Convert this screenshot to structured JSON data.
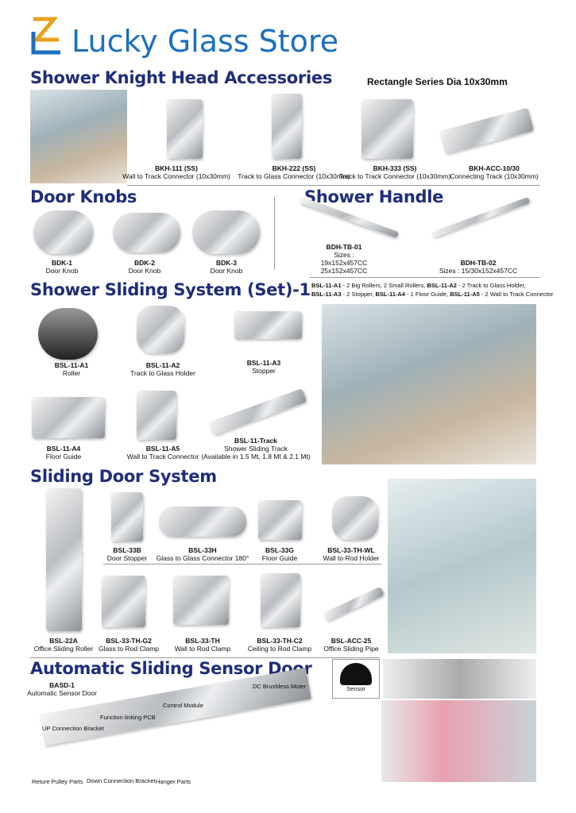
{
  "header": {
    "title": "Lucky Glass Store",
    "accent": "#1a6fc0",
    "heading_color": "#1f2d7a"
  },
  "knight": {
    "heading": "Shower Knight Head Accessories",
    "subtitle": "Rectangle Series Dia 10x30mm",
    "items": [
      {
        "code": "BKH-111 (SS)",
        "desc": "Wall to Track Connector (10x30mm)"
      },
      {
        "code": "BKH-222 (SS)",
        "desc": "Track to Glass Connector (10x30mm)"
      },
      {
        "code": "BKH-333 (SS)",
        "desc": "Track to Track Connector (10x30mm)"
      },
      {
        "code": "BKH-ACC-10/30",
        "desc": "Connecting Track (10x30mm)"
      }
    ]
  },
  "knobs": {
    "heading": "Door Knobs",
    "items": [
      {
        "code": "BDK-1",
        "desc": "Door Knob"
      },
      {
        "code": "BDK-2",
        "desc": "Door Knob"
      },
      {
        "code": "BDK-3",
        "desc": "Door Knob"
      }
    ]
  },
  "handle": {
    "heading": "Shower Handle",
    "items": [
      {
        "code": "BDH-TB-01",
        "l1": "Sizes :",
        "l2": "19x152x457CC",
        "l3": "25x152x457CC"
      },
      {
        "code": "BDH-TB-02",
        "l1": "Sizes : 15/30x152x457CC"
      }
    ]
  },
  "sliding_set": {
    "heading": "Shower Sliding System (Set)-1",
    "desc": [
      {
        "b": "BSL-11-A1",
        "t": " - 2 Big Rollers, 2 Small Rollers, "
      },
      {
        "b": "BSL-11-A2",
        "t": " - 2 Track to Glass Holder,"
      },
      {
        "b": "BSL-11-A3",
        "t": " - 2 Stopper, "
      },
      {
        "b": "BSL-11-A4",
        "t": " - 1 Floor Guide, "
      },
      {
        "b": "BSL-11-A5",
        "t": " - 2 Wall to Track Connector"
      }
    ],
    "items": [
      {
        "code": "BSL-11-A1",
        "desc": "Roller"
      },
      {
        "code": "BSL-11-A2",
        "desc": "Track to Glass Holder"
      },
      {
        "code": "BSL-11-A3",
        "desc": "Stopper"
      },
      {
        "code": "BSL-11-A4",
        "desc": "Floor Guide"
      },
      {
        "code": "BSL-11-A5",
        "desc": "Wall to Track Connector"
      },
      {
        "code": "BSL-11-Track",
        "desc": "Shower Sliding Track",
        "desc2": "(Available in 1.5 Mt, 1.8 Mt & 2.1 Mt)"
      }
    ]
  },
  "sliding_door": {
    "heading": "Sliding Door System",
    "items": [
      {
        "code": "BSL-33B",
        "desc": "Door Stopper"
      },
      {
        "code": "BSL-33H",
        "desc": "Glass to Glass Connector 180°"
      },
      {
        "code": "BSL-33G",
        "desc": "Floor Guide"
      },
      {
        "code": "BSL-33-TH-WL",
        "desc": "Wall to Rod Holder"
      },
      {
        "code": "BSL-22A",
        "desc": "Office Sliding Roller"
      },
      {
        "code": "BSL-33-TH-G2",
        "desc": "Glass to Rod Clamp"
      },
      {
        "code": "BSL-33-TH",
        "desc": "Wall to Rod Clamp"
      },
      {
        "code": "BSL-33-TH-C2",
        "desc": "Ceiling to Rod Clamp"
      },
      {
        "code": "BSL-ACC-25",
        "desc": "Office Sliding Pipe"
      }
    ]
  },
  "sensor_door": {
    "heading": "Automatic Sliding Sensor Door",
    "code": "BASD-1",
    "desc": "Automatic Sensor Door",
    "sensor": "Sensor",
    "parts": [
      "DC Brushless Moter",
      "Control Module",
      "Function linking PCB",
      "UP Connection Bracket",
      "Reture Pulley Parts",
      "Down Connection Bracket",
      "Hanger Parts"
    ]
  }
}
